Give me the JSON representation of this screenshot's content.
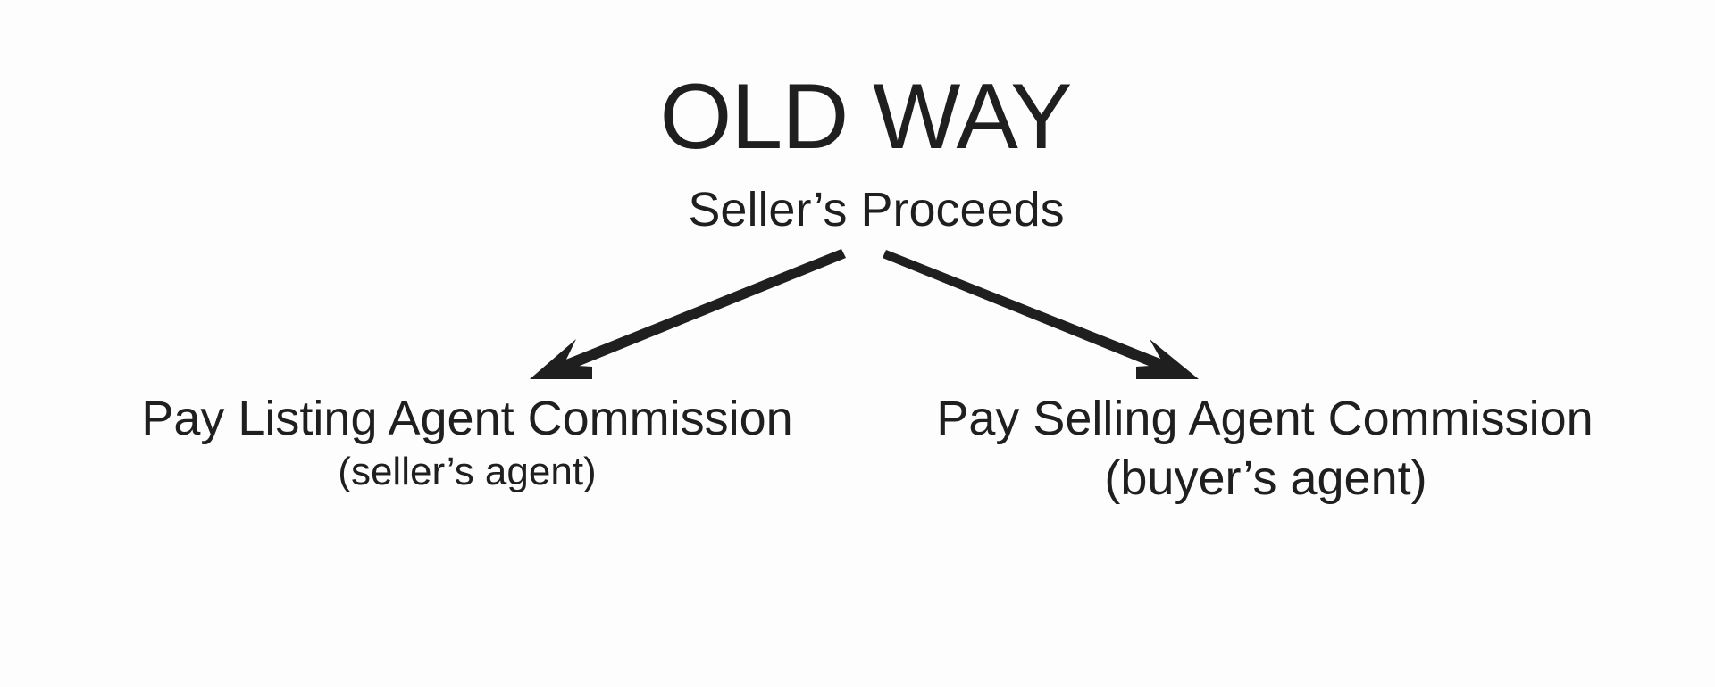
{
  "diagram": {
    "title": "OLD WAY",
    "root": {
      "label": "Seller’s Proceeds"
    },
    "branches": [
      {
        "label": "Pay Listing Agent Commission",
        "sublabel": "(seller’s agent)"
      },
      {
        "label": "Pay Selling Agent Commission",
        "sublabel": "(buyer’s agent)"
      }
    ],
    "edges": [
      {
        "from": "Seller’s Proceeds",
        "to": "Pay Listing Agent Commission",
        "icon": "arrow-down-left"
      },
      {
        "from": "Seller’s Proceeds",
        "to": "Pay Selling Agent Commission",
        "icon": "arrow-down-right"
      }
    ],
    "colors": {
      "background": "#fdfdfd",
      "text": "#1f1f1f",
      "arrow": "#1f1f1f"
    }
  }
}
